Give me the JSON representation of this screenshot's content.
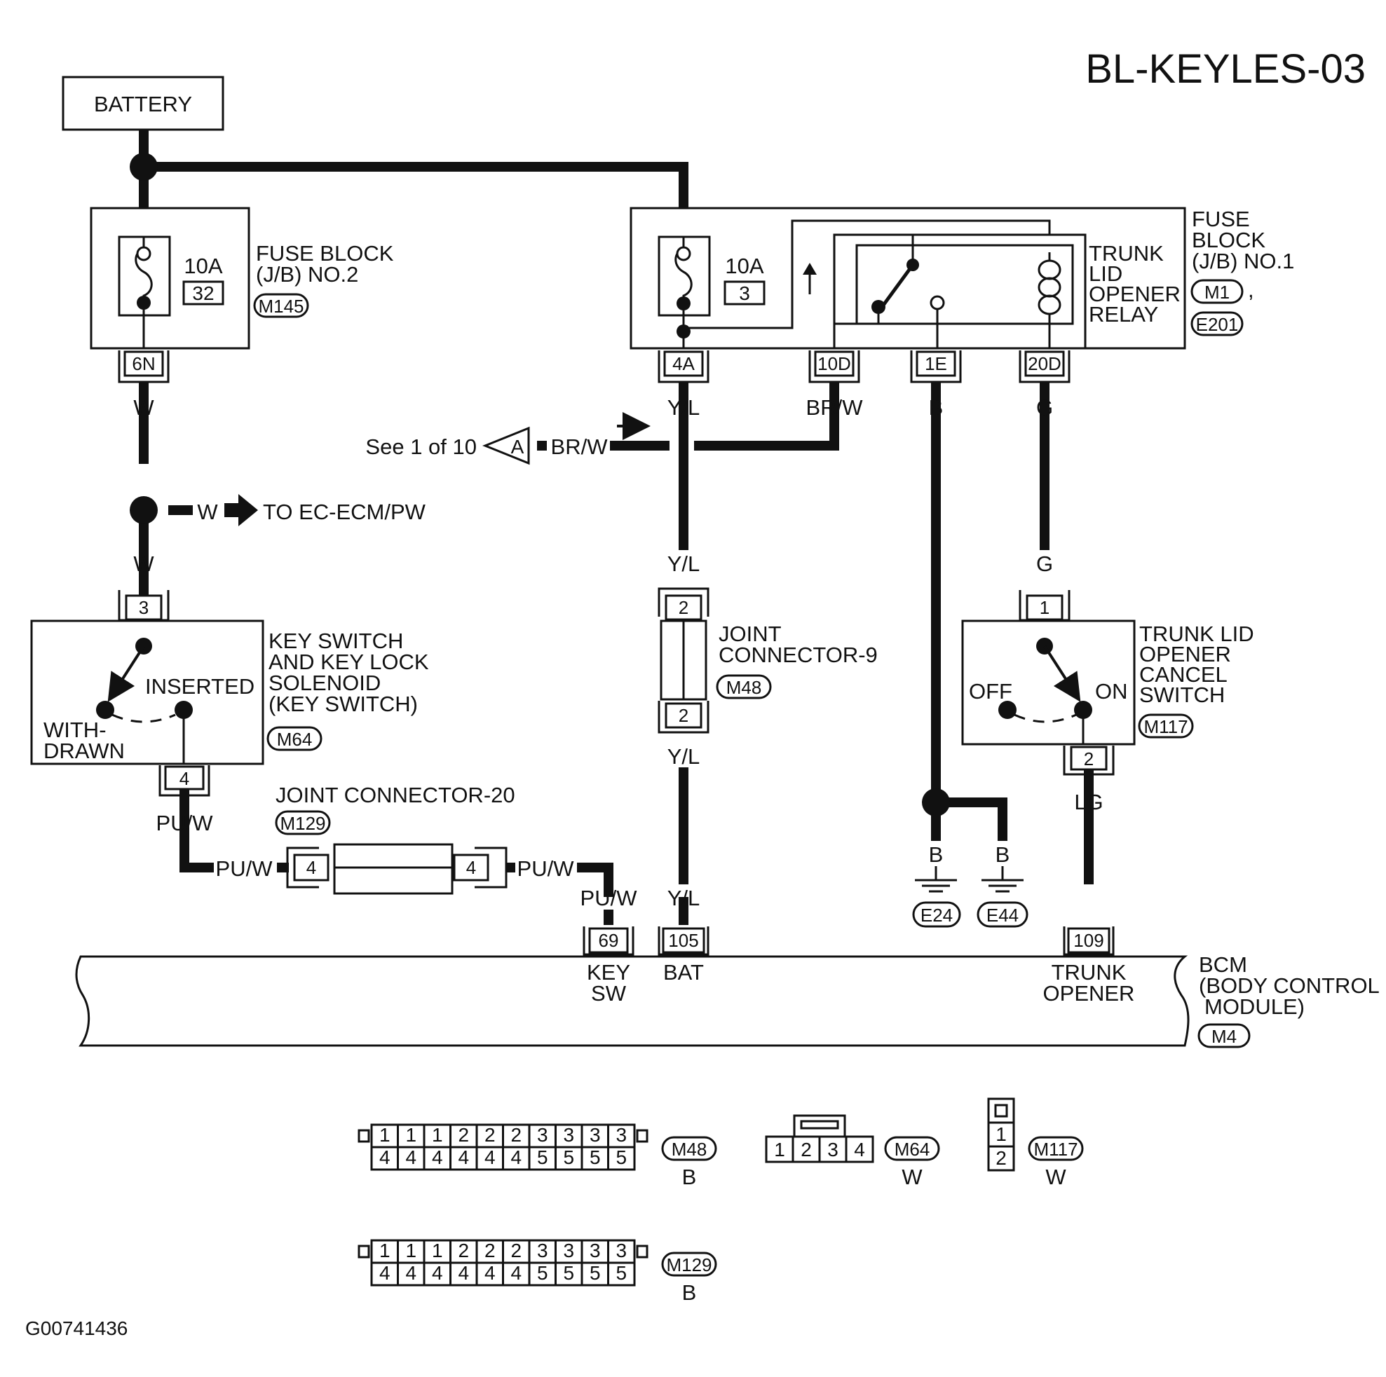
{
  "diagram_id": "BL-KEYLES-03",
  "figure_code": "G00741436",
  "battery_label": "BATTERY",
  "fuse_block_2": {
    "name_lines": [
      "FUSE BLOCK",
      "(J/B) NO.2"
    ],
    "fuse_rating": "10A",
    "fuse_number": "32",
    "connector": "M145",
    "terminal": "6N"
  },
  "fuse_block_1": {
    "name_lines": [
      "FUSE",
      "BLOCK",
      "(J/B) NO.1"
    ],
    "fuse_rating": "10A",
    "fuse_number": "3",
    "connectors": [
      "M1",
      "E201"
    ],
    "separator": ",",
    "terminals": [
      "4A",
      "10D",
      "1E",
      "20D"
    ]
  },
  "relay": {
    "name_lines": [
      "TRUNK",
      "LID",
      "OPENER",
      "RELAY"
    ]
  },
  "wire_colors": {
    "w": "W",
    "yl": "Y/L",
    "brw": "BR/W",
    "b": "B",
    "g": "G",
    "lg": "LG",
    "puw": "PU/W"
  },
  "see_ref": {
    "text": "See 1 of 10",
    "tag": "A"
  },
  "to_ecm": "TO EC-ECM/PW",
  "key_switch": {
    "name_lines": [
      "KEY SWITCH",
      "AND KEY LOCK",
      "SOLENOID",
      "(KEY SWITCH)"
    ],
    "connector": "M64",
    "inserted": "INSERTED",
    "withdrawn_lines": [
      "WITH-",
      "DRAWN"
    ],
    "pin_top": "3",
    "pin_bottom": "4"
  },
  "joint_connector_9": {
    "name_lines": [
      "JOINT",
      "CONNECTOR-9"
    ],
    "connector": "M48",
    "pin_top": "2",
    "pin_bottom": "2"
  },
  "joint_connector_20": {
    "name": "JOINT CONNECTOR-20",
    "connector": "M129",
    "pin_left": "4",
    "pin_right": "4"
  },
  "cancel_switch": {
    "name_lines": [
      "TRUNK LID",
      "OPENER",
      "CANCEL",
      "SWITCH"
    ],
    "connector": "M117",
    "off": "OFF",
    "on": "ON",
    "pin_top": "1",
    "pin_bottom": "2"
  },
  "grounds": [
    "E24",
    "E44"
  ],
  "bcm": {
    "name_lines": [
      "BCM",
      "(BODY CONTROL",
      "MODULE)"
    ],
    "connector": "M4",
    "pins": [
      {
        "number": "69",
        "label_lines": [
          "KEY",
          "SW"
        ]
      },
      {
        "number": "105",
        "label_lines": [
          "BAT"
        ]
      },
      {
        "number": "109",
        "label_lines": [
          "TRUNK",
          "OPENER"
        ]
      }
    ]
  },
  "connector_views": {
    "m48": {
      "id": "M48",
      "color": "B",
      "top_row": [
        "1",
        "1",
        "1",
        "2",
        "2",
        "2",
        "3",
        "3",
        "3",
        "3"
      ],
      "bottom_row": [
        "4",
        "4",
        "4",
        "4",
        "4",
        "4",
        "5",
        "5",
        "5",
        "5"
      ]
    },
    "m64": {
      "id": "M64",
      "color": "W",
      "row": [
        "1",
        "2",
        "3",
        "4"
      ]
    },
    "m117": {
      "id": "M117",
      "color": "W",
      "column": [
        "1",
        "2"
      ]
    },
    "m129": {
      "id": "M129",
      "color": "B",
      "top_row": [
        "1",
        "1",
        "1",
        "2",
        "2",
        "2",
        "3",
        "3",
        "3",
        "3"
      ],
      "bottom_row": [
        "4",
        "4",
        "4",
        "4",
        "4",
        "4",
        "5",
        "5",
        "5",
        "5"
      ]
    }
  }
}
